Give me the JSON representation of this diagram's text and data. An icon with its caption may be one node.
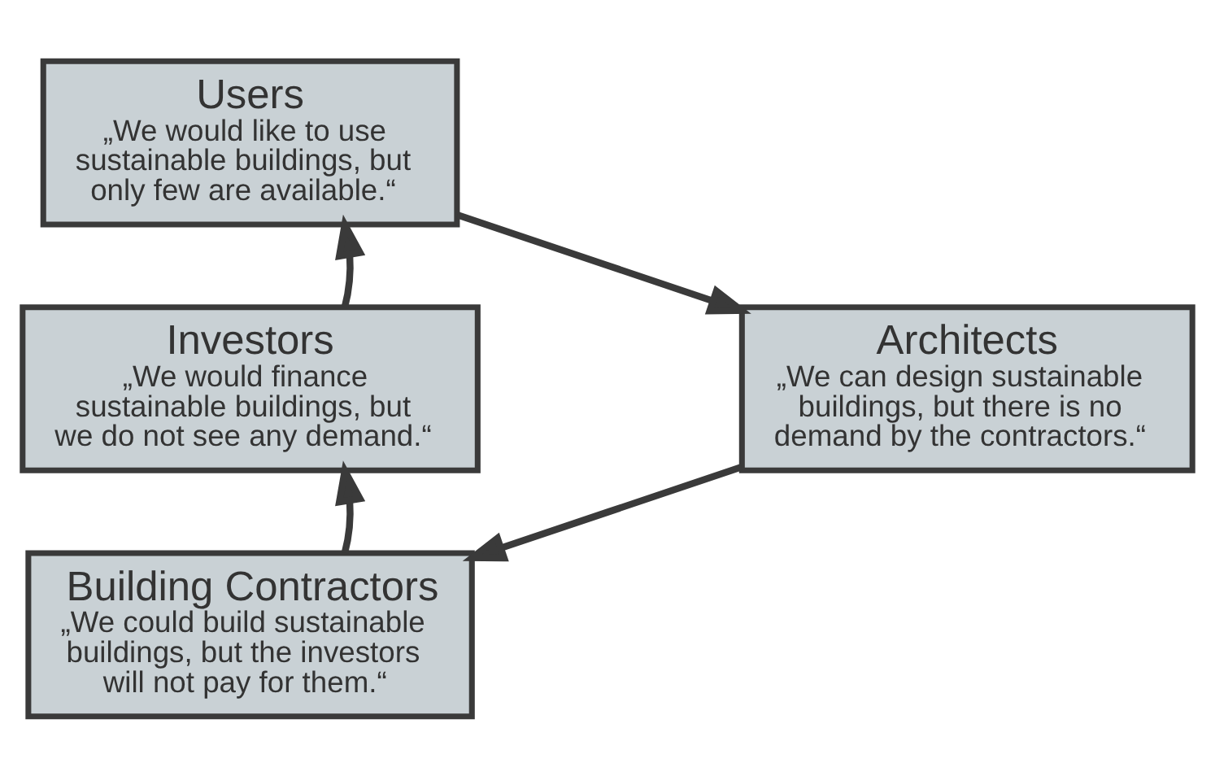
{
  "diagram": {
    "nodes": [
      {
        "text": [
          "Users",
          "„We would like to use sustainable buildings, but only few are available.“"
        ]
      },
      {
        "text": [
          "Architects",
          "„We can design sustainable buildings, but there is no demand by the contractors.“"
        ]
      },
      {
        "text": [
          "Building Contractors",
          "„We could build sustainable buildings, but the investors will not pay for them.“"
        ]
      },
      {
        "text": [
          "Investors",
          "„We would finance sustainable buildings, but we do not see any demand.“"
        ]
      }
    ],
    "edges": [
      {
        "from": 0,
        "to": 1,
        "arrow": "to"
      },
      {
        "from": 1,
        "to": 2,
        "arrow": "to"
      },
      {
        "from": 2,
        "to": 3,
        "arrow": "to"
      },
      {
        "from": 3,
        "to": 0,
        "arrow": "to"
      }
    ]
  }
}
